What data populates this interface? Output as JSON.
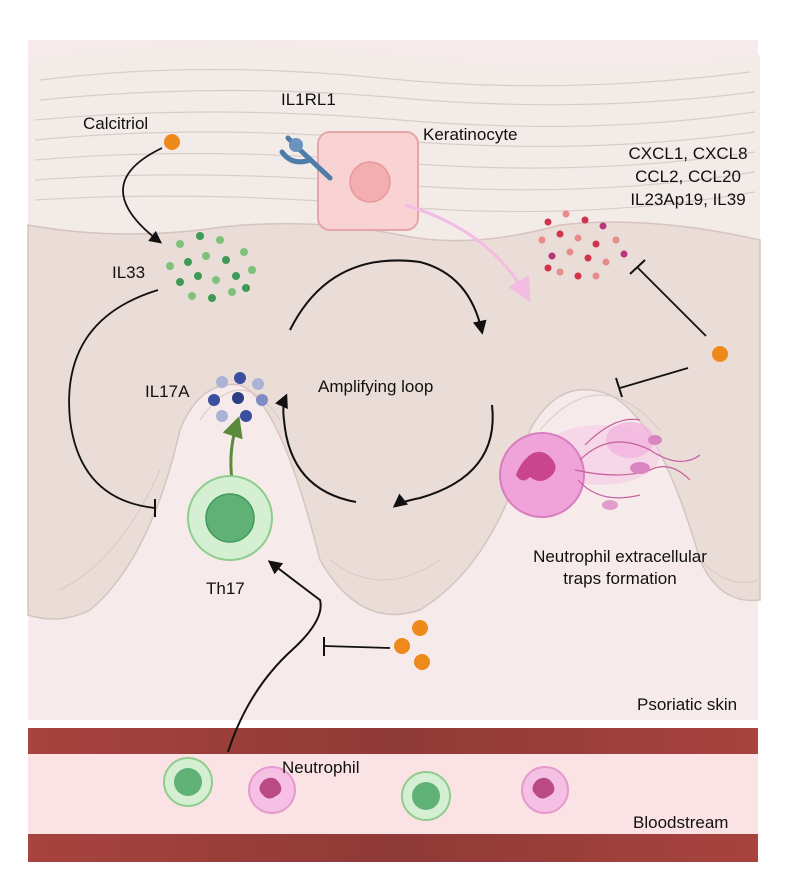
{
  "labels": {
    "calcitriol": "Calcitriol",
    "il1rl1": "IL1RL1",
    "keratinocyte": "Keratinocyte",
    "cytokines_line1": "CXCL1, CXCL8",
    "cytokines_line2": "CCL2, CCL20",
    "cytokines_line3": "IL23Ap19,  IL39",
    "il33": "IL33",
    "il17a": "IL17A",
    "amplifying_loop": "Amplifying loop",
    "th17": "Th17",
    "net_line1": "Neutrophil extracellular",
    "net_line2": "traps  formation",
    "psoriatic_skin": "Psoriatic skin",
    "neutrophil": "Neutrophil",
    "bloodstream": "Bloodstream"
  },
  "colors": {
    "calcitriol": "#ee8a1c",
    "skin": "#efe4e0",
    "dermis": "#f5e9e8",
    "il33": "#3f9a58",
    "il17a": "#3b4f9e",
    "chemokines": "#d2334a",
    "th17_cell": "#bfe6c0",
    "neutrophil": "#f0a3d8",
    "vessel": "#8e3a36",
    "blood": "#fbe2e4"
  },
  "icons": [
    "receptor-icon",
    "keratinocyte-cell-icon",
    "th17-cell-icon",
    "neutrophil-cell-icon",
    "net-icon"
  ]
}
